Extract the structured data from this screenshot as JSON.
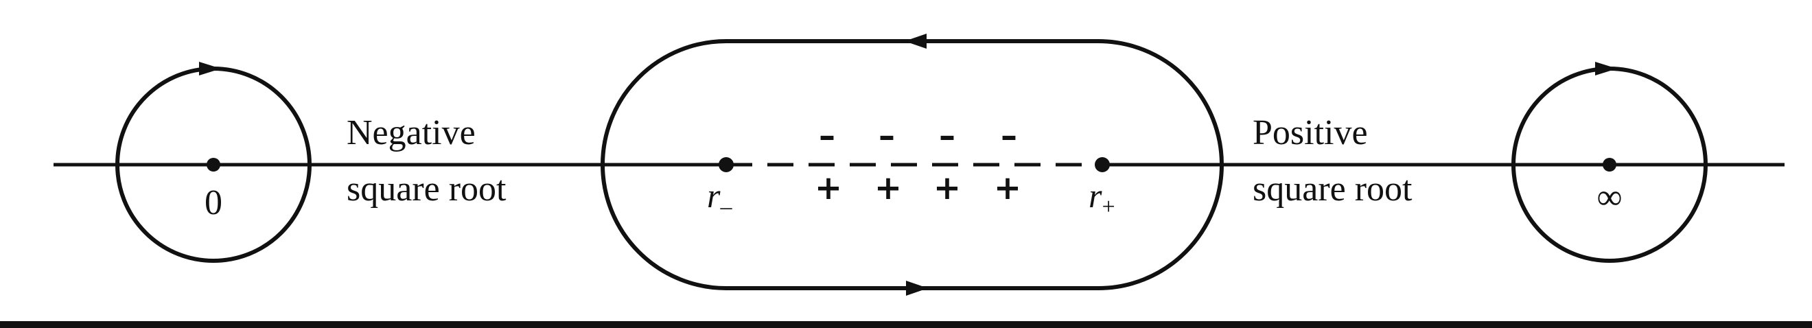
{
  "labels": {
    "zero": "0",
    "infinity": "∞",
    "negative_line1": "Negative",
    "negative_line2": "square root",
    "positive_line1": "Positive",
    "positive_line2": "square root",
    "r_minus_base": "r",
    "r_minus_sub": "–",
    "r_plus_base": "r",
    "r_plus_sub": "+"
  },
  "cut": {
    "minus_signs": [
      "–",
      "–",
      "–",
      "–"
    ],
    "plus_signs": [
      "+",
      "+",
      "+",
      "+"
    ]
  }
}
